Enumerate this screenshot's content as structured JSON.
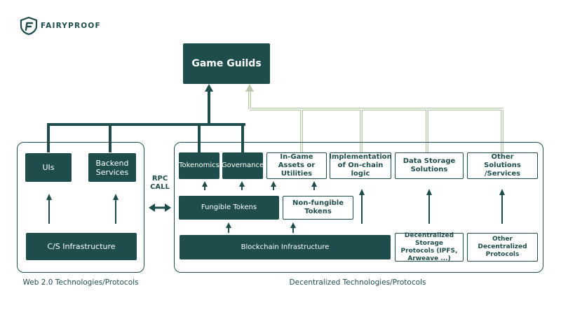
{
  "brand": {
    "name": "FAIRYPROOF",
    "logo_icon": "f-shield-icon"
  },
  "diagram": {
    "top": "Game Guilds",
    "web2": {
      "caption": "Web 2.0 Technologies/Protocols",
      "uis": "UIs",
      "backend": "Backend Services",
      "infra": "C/S Infrastructure"
    },
    "rpc": {
      "line1": "RPC",
      "line2": "CALL"
    },
    "decentral": {
      "caption": "Decentralized Technologies/Protocols",
      "tokenomics": "Tokenomics",
      "governance": "Governance",
      "in_game_assets": "In-Game Assets or Utilities",
      "onchain_logic": "Implementation of On-chain logic",
      "data_storage": "Data Storage Solutions",
      "other_solutions": "Other Solutions /Services",
      "fungible": "Fungible Tokens",
      "nft": "Non-fungible Tokens",
      "blockchain": "Blockchain Infrastructure",
      "storage_protocols": "Decentralized Storage Protocols (IPFS, Arweave ...)",
      "other_protocols": "Other Decentralized Protocols"
    }
  },
  "colors": {
    "dark": "#1e4d4c",
    "light_connector": "#b9c7ad",
    "background": "#ffffff"
  }
}
